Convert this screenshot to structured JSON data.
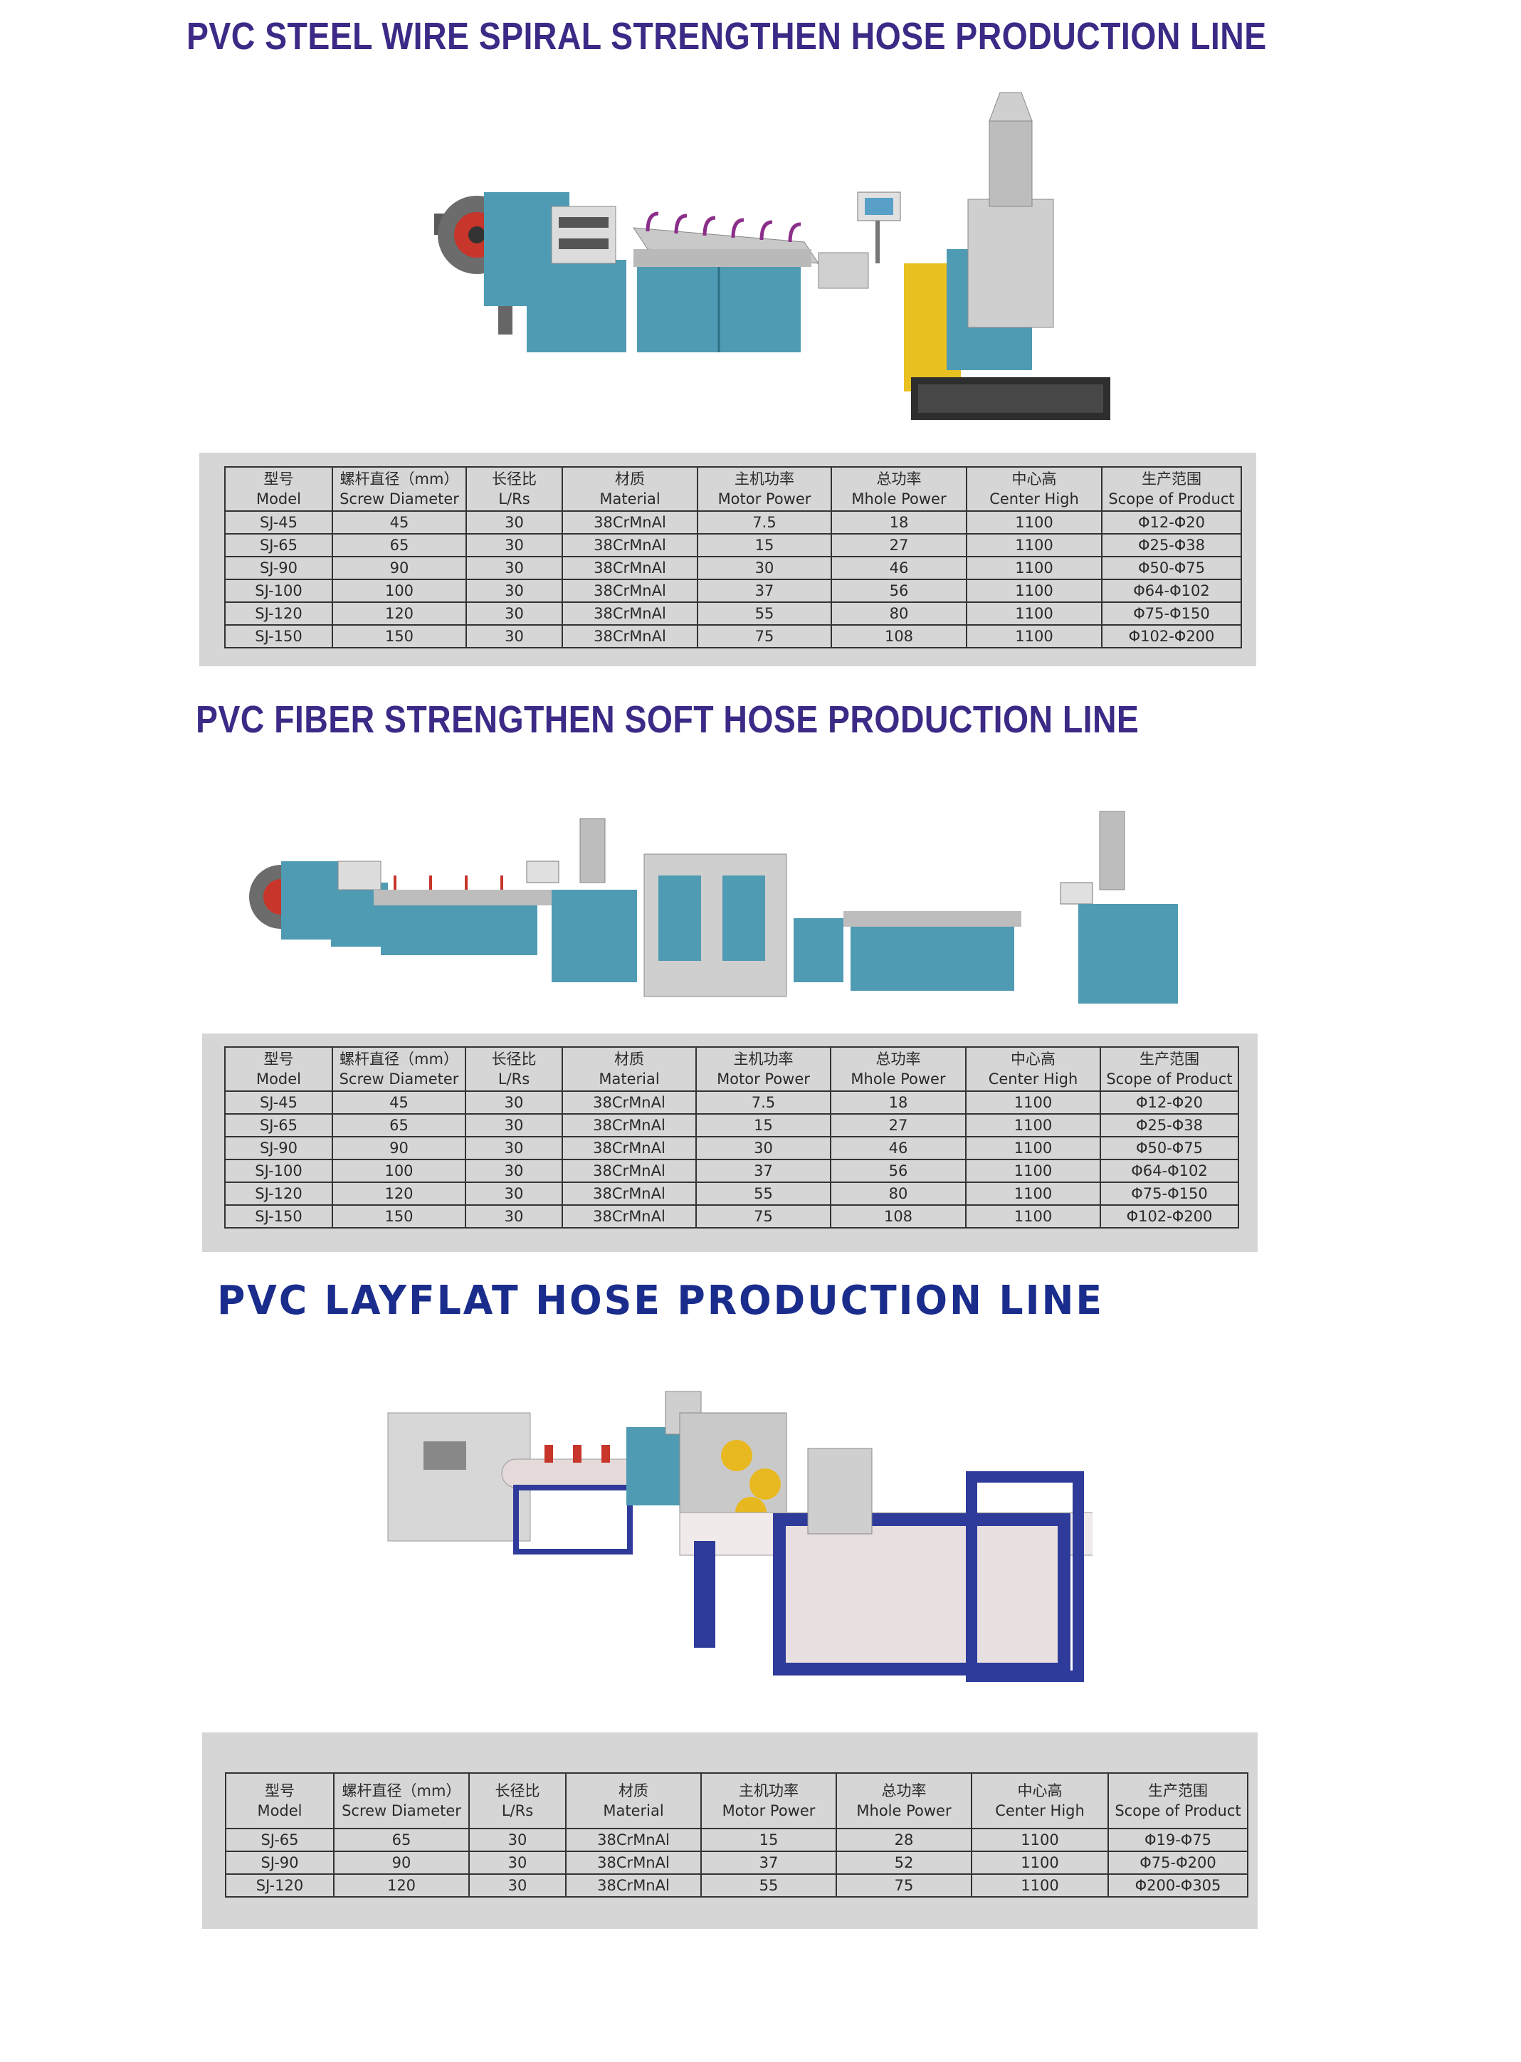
{
  "columns": [
    {
      "cn": "型号",
      "en": "Model"
    },
    {
      "cn": "螺杆直径（mm）",
      "en": "Screw Diameter"
    },
    {
      "cn": "长径比",
      "en": "L/Rs"
    },
    {
      "cn": "材质",
      "en": "Material"
    },
    {
      "cn": "主机功率",
      "en": "Motor Power"
    },
    {
      "cn": "总功率",
      "en": "Mhole Power"
    },
    {
      "cn": "中心高",
      "en": "Center High"
    },
    {
      "cn": "生产范围",
      "en": "Scope of Product"
    }
  ],
  "sections": [
    {
      "title": "PVC STEEL WIRE SPIRAL STRENGTHEN HOSE PRODUCTION LINE",
      "rows": [
        [
          "SJ-45",
          "45",
          "30",
          "38CrMnAl",
          "7.5",
          "18",
          "1100",
          "Φ12-Φ20"
        ],
        [
          "SJ-65",
          "65",
          "30",
          "38CrMnAl",
          "15",
          "27",
          "1100",
          "Φ25-Φ38"
        ],
        [
          "SJ-90",
          "90",
          "30",
          "38CrMnAl",
          "30",
          "46",
          "1100",
          "Φ50-Φ75"
        ],
        [
          "SJ-100",
          "100",
          "30",
          "38CrMnAl",
          "37",
          "56",
          "1100",
          "Φ64-Φ102"
        ],
        [
          "SJ-120",
          "120",
          "30",
          "38CrMnAl",
          "55",
          "80",
          "1100",
          "Φ75-Φ150"
        ],
        [
          "SJ-150",
          "150",
          "30",
          "38CrMnAl",
          "75",
          "108",
          "1100",
          "Φ102-Φ200"
        ]
      ]
    },
    {
      "title": "PVC FIBER STRENGTHEN SOFT HOSE PRODUCTION LINE",
      "rows": [
        [
          "SJ-45",
          "45",
          "30",
          "38CrMnAl",
          "7.5",
          "18",
          "1100",
          "Φ12-Φ20"
        ],
        [
          "SJ-65",
          "65",
          "30",
          "38CrMnAl",
          "15",
          "27",
          "1100",
          "Φ25-Φ38"
        ],
        [
          "SJ-90",
          "90",
          "30",
          "38CrMnAl",
          "30",
          "46",
          "1100",
          "Φ50-Φ75"
        ],
        [
          "SJ-100",
          "100",
          "30",
          "38CrMnAl",
          "37",
          "56",
          "1100",
          "Φ64-Φ102"
        ],
        [
          "SJ-120",
          "120",
          "30",
          "38CrMnAl",
          "55",
          "80",
          "1100",
          "Φ75-Φ150"
        ],
        [
          "SJ-150",
          "150",
          "30",
          "38CrMnAl",
          "75",
          "108",
          "1100",
          "Φ102-Φ200"
        ]
      ]
    },
    {
      "title": "PVC LAYFLAT HOSE PRODUCTION LINE",
      "rows": [
        [
          "SJ-65",
          "65",
          "30",
          "38CrMnAl",
          "15",
          "28",
          "1100",
          "Φ19-Φ75"
        ],
        [
          "SJ-90",
          "90",
          "30",
          "38CrMnAl",
          "37",
          "52",
          "1100",
          "Φ75-Φ200"
        ],
        [
          "SJ-120",
          "120",
          "30",
          "38CrMnAl",
          "55",
          "75",
          "1100",
          "Φ200-Φ305"
        ]
      ]
    }
  ]
}
